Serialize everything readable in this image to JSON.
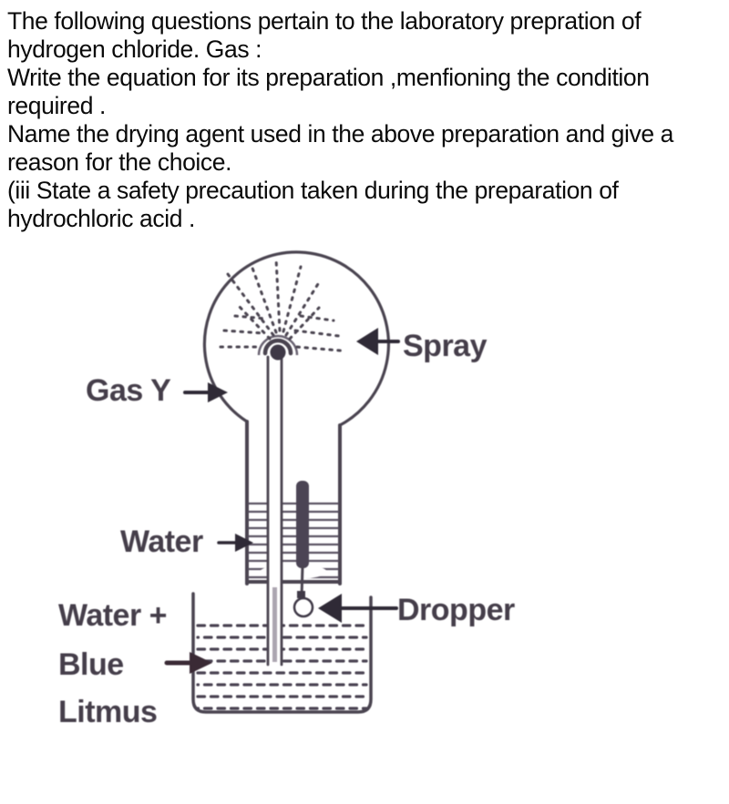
{
  "colors": {
    "background": "#ffffff",
    "text_ink": "#0a0a0a",
    "diagram_ink": "#4a4450",
    "label_ink": "#453e4a",
    "litmus_arrow_ink": "#3a2a35"
  },
  "question": {
    "lines": [
      "The following questions pertain to the laboratory prepration of",
      "hydrogen chloride. Gas :",
      "Write the equation for its preparation ,menfioning the condition",
      "required .",
      "Name the drying agent used in the above preparation and give a",
      "reason for the choice.",
      "(iii State a safety precaution taken during the preparation of",
      "hydrochloric acid ."
    ]
  },
  "diagram": {
    "labels": {
      "gas_y": "Gas Y",
      "spray": "Spray",
      "water": "Water",
      "trough_line1": "Water +",
      "trough_line2": "Blue",
      "trough_line3": "Litmus",
      "dropper": "Dropper"
    }
  }
}
